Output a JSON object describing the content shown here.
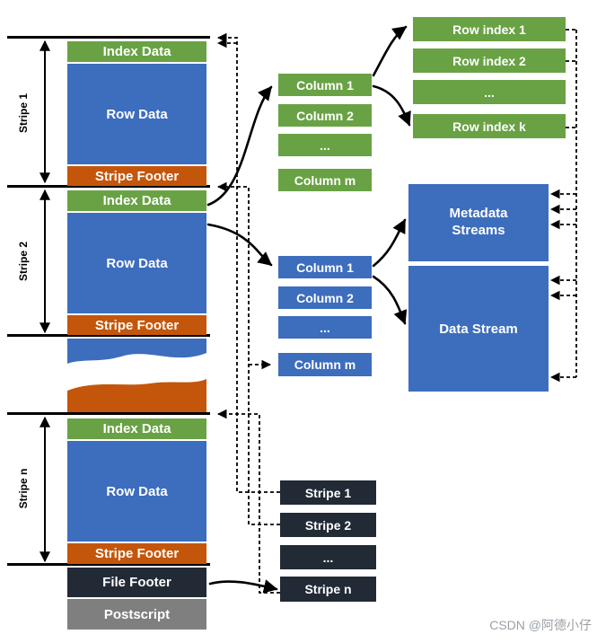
{
  "colors": {
    "index_green": "#69a244",
    "data_blue": "#3d6dbd",
    "footer_orange": "#c4560b",
    "file_dark": "#212a35",
    "postscript_gray": "#7f7f7f",
    "arrow_black": "#000000"
  },
  "file": {
    "stripes": [
      {
        "label": "Stripe 1",
        "index_data": "Index Data",
        "row_data": "Row Data",
        "stripe_footer": "Stripe Footer"
      },
      {
        "label": "Stripe 2",
        "index_data": "Index Data",
        "row_data": "Row Data",
        "stripe_footer": "Stripe Footer"
      },
      {
        "label": "Stripe n",
        "index_data": "Index Data",
        "row_data": "Row Data",
        "stripe_footer": "Stripe Footer"
      }
    ],
    "file_footer": "File Footer",
    "postscript": "Postscript"
  },
  "index_column_list": [
    "Column 1",
    "Column 2",
    "...",
    "Column m"
  ],
  "data_column_list": [
    "Column 1",
    "Column 2",
    "...",
    "Column m"
  ],
  "row_index_list": [
    "Row index 1",
    "Row index 2",
    "...",
    "Row index k"
  ],
  "stream_boxes": {
    "metadata": "Metadata Streams",
    "data": "Data Stream"
  },
  "stripe_directory": [
    "Stripe 1",
    "Stripe 2",
    "...",
    "Stripe n"
  ],
  "watermark": "CSDN @阿德小仔"
}
